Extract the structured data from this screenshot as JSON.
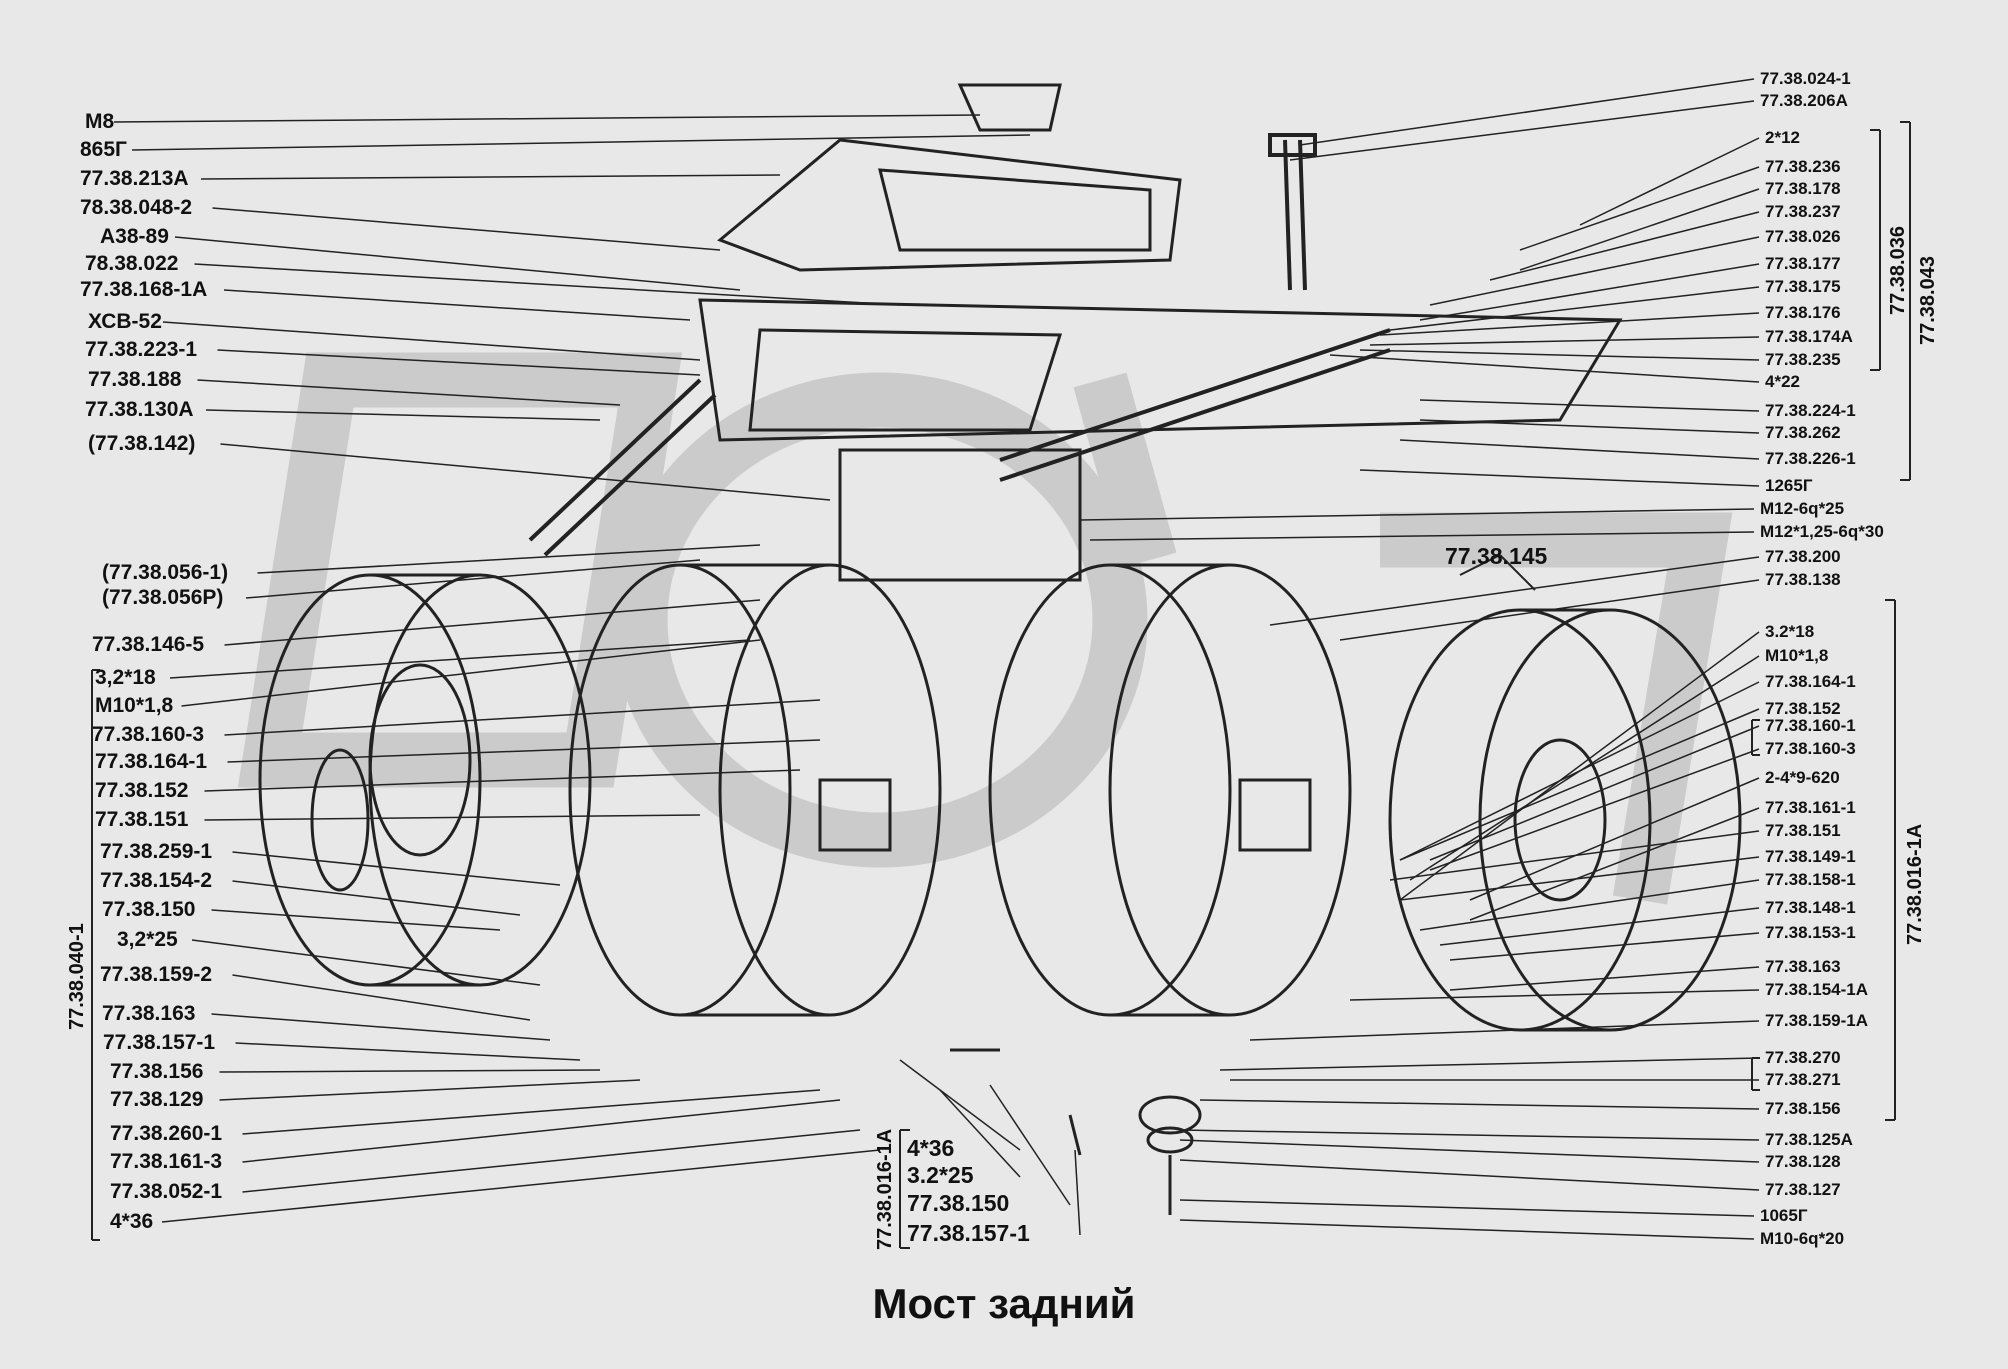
{
  "title": "Мост задний",
  "left_labels": [
    "M8",
    "865Г",
    "77.38.213А",
    "78.38.048-2",
    "А38-89",
    "78.38.022",
    "77.38.168-1А",
    "ХСВ-52",
    "77.38.223-1",
    "77.38.188",
    "77.38.130А",
    "(77.38.142)",
    "(77.38.056-1)",
    "(77.38.056Р)",
    "77.38.146-5",
    "3,2*18",
    "М10*1,8",
    "77.38.160-3",
    "77.38.164-1",
    "77.38.152",
    "77.38.151",
    "77.38.259-1",
    "77.38.154-2",
    "77.38.150",
    "3,2*25",
    "77.38.159-2",
    "77.38.163",
    "77.38.157-1",
    "77.38.156",
    "77.38.129",
    "77.38.260-1",
    "77.38.161-3",
    "77.38.052-1",
    "4*36"
  ],
  "right_labels": [
    "77.38.024-1",
    "77.38.206А",
    "2*12",
    "77.38.236",
    "77.38.178",
    "77.38.237",
    "77.38.026",
    "77.38.177",
    "77.38.175",
    "77.38.176",
    "77.38.174А",
    "77.38.235",
    "4*22",
    "77.38.224-1",
    "77.38.262",
    "77.38.226-1",
    "1265Г",
    "М12-6q*25",
    "М12*1,25-6q*30",
    "77.38.200",
    "77.38.138",
    "3.2*18",
    "М10*1,8",
    "77.38.164-1",
    "77.38.152",
    "77.38.160-1",
    "77.38.160-3",
    "2-4*9-620",
    "77.38.161-1",
    "77.38.151",
    "77.38.149-1",
    "77.38.158-1",
    "77.38.148-1",
    "77.38.153-1",
    "77.38.163",
    "77.38.154-1А",
    "77.38.159-1А",
    "77.38.270",
    "77.38.271",
    "77.38.156",
    "77.38.125А",
    "77.38.128",
    "77.38.127",
    "1065Г",
    "М10-6q*20"
  ],
  "center_label": "77.38.145",
  "bottom_labels": [
    "4*36",
    "3.2*25",
    "77.38.150",
    "77.38.157-1"
  ],
  "vertical_labels": {
    "assembly_left": "77.38.040-1",
    "assembly_bottom": "77.38.016-1А",
    "assembly_right": "77.38.016-1А",
    "bracket_inner": "77.38.036",
    "bracket_outer": "77.38.043"
  },
  "colors": {
    "background": "#e8e8e8",
    "ink": "#111111",
    "watermark": "#c9c9c9"
  }
}
